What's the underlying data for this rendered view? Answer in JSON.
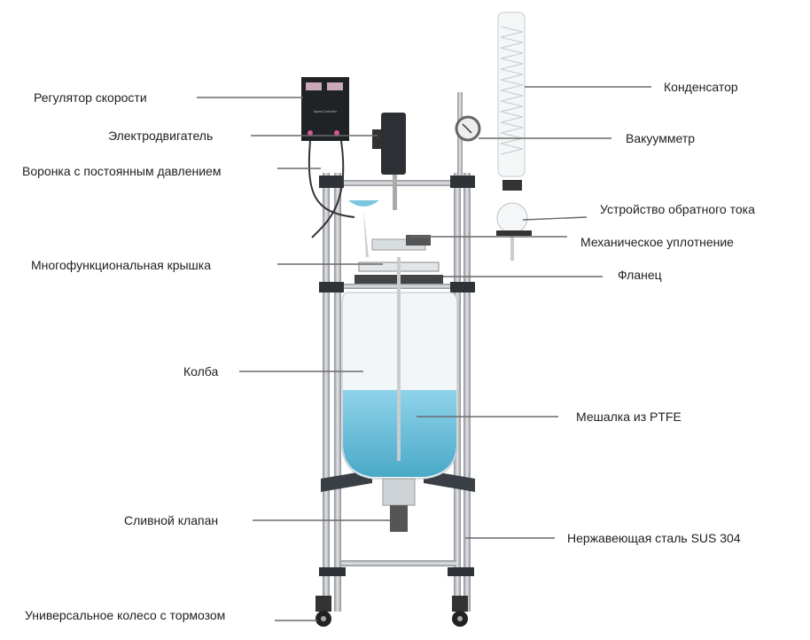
{
  "device_text": {
    "controller": "Speed Controller"
  },
  "labels": {
    "speed_regulator": "Регулятор скорости",
    "motor": "Электродвигатель",
    "funnel": "Воронка с постоянным давлением",
    "lid": "Многофункциональная крышка",
    "flask": "Колба",
    "drain_valve": "Сливной клапан",
    "wheel": "Универсальное колесо с тормозом",
    "condenser": "Конденсатор",
    "vacuum_gauge": "Вакуумметр",
    "reflux": "Устройство обратного тока",
    "seal": "Механическое уплотнение",
    "flange": "Фланец",
    "stirrer": "Мешалка из PTFE",
    "steel": "Нержавеющая сталь SUS 304"
  },
  "colors": {
    "liquid": "#6cc3de",
    "frame": "#b9bcc0",
    "leader": "#6a6a6a"
  }
}
